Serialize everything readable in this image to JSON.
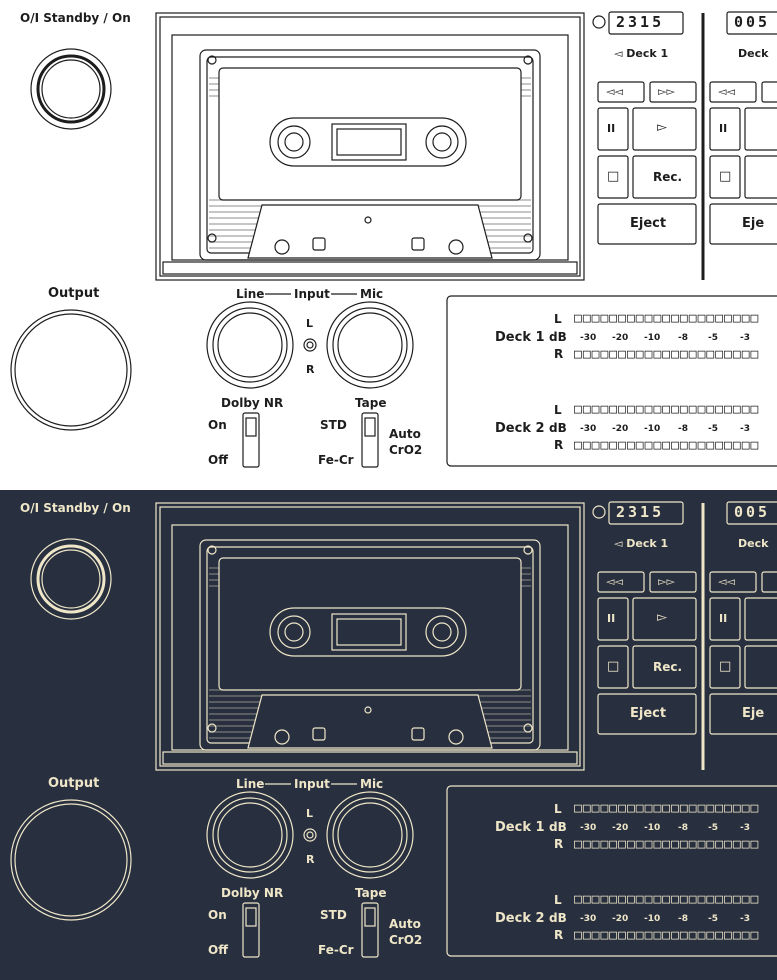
{
  "power_label": "O/I  Standby / On",
  "output_label": "Output",
  "input": {
    "line": "Line",
    "input": "Input",
    "mic": "Mic",
    "l": "L",
    "r": "R"
  },
  "dolby": {
    "title": "Dolby NR",
    "on": "On",
    "off": "Off"
  },
  "tape": {
    "title": "Tape",
    "std": "STD",
    "fecr": "Fe-Cr",
    "auto": "Auto",
    "cro2": "CrO2"
  },
  "deck1": {
    "counter": "2315",
    "label": "◅ Deck 1",
    "rec": "Rec.",
    "eject": "Eject",
    "rew": "◅◅",
    "ff": "▻▻",
    "pause": "II",
    "play": "▻",
    "stop": "□"
  },
  "deck2": {
    "counter": "005",
    "label": "Deck",
    "eject": "Eje",
    "pause": "II",
    "stop": "□",
    "rew": "◅◅"
  },
  "meters": {
    "deck1_label": "Deck 1",
    "deck2_label": "Deck 2",
    "l": "L",
    "db": "dB",
    "r": "R",
    "scale": [
      "-30",
      "-20",
      "-10",
      "-8",
      "-5",
      "-3"
    ],
    "boxes": "□□□□□□□□□□□□□□□□□□□□□"
  },
  "colors": {
    "light_bg": "#ffffff",
    "light_line": "#1d1d1d",
    "dark_bg": "#283040",
    "dark_line": "#efe6c8"
  }
}
